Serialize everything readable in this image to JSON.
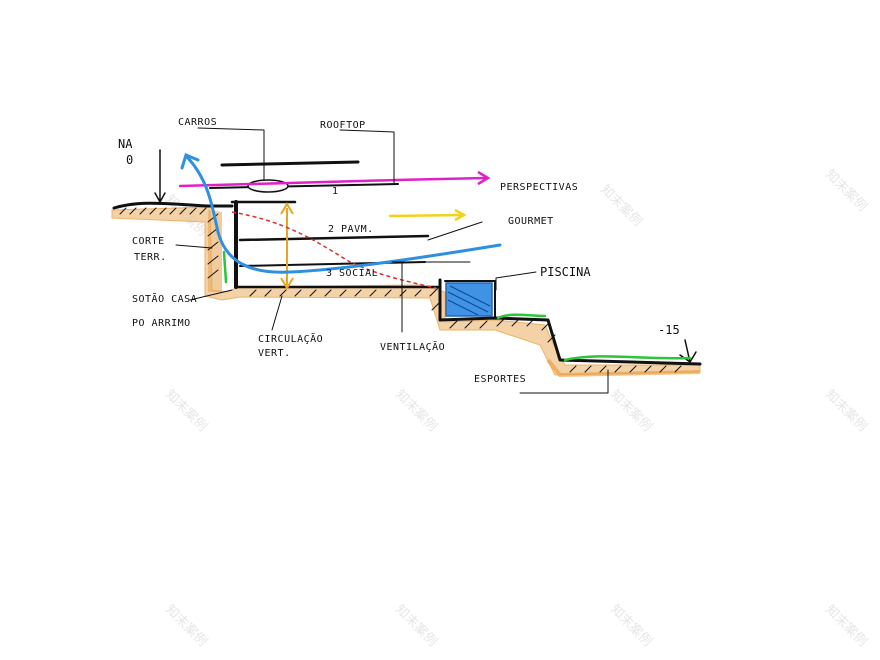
{
  "labels": {
    "carros": "CARROS",
    "rooftop": "ROOFTOP",
    "na": "NA",
    "na_level": "0",
    "perspectivas": "PERSPECTIVAS",
    "level_1": "1",
    "level_2": "2 PAVM.",
    "level_3": "3 SOCIAL",
    "gourmet": "GOURMET",
    "corte_line1": "CORTE",
    "corte_line2": "TERR.",
    "piscina": "PISCINA",
    "sotao_line1": "SOTÃO CASA",
    "sotao_line2": "PO ARRIMO",
    "circ_line1": "CIRCULAÇÃO",
    "circ_line2": "VERT.",
    "ventilacao": "VENTILAÇÃO",
    "minus_15": "-15",
    "esportes": "ESPORTES"
  },
  "watermark": "知末案例",
  "colors": {
    "ink": "#111111",
    "magenta": "#e020c8",
    "blue": "#2f8fe0",
    "yellow": "#f2d21a",
    "orange_earth": "#f0c48a",
    "dark_orange": "#e79a3a",
    "green_grass": "#2ec43a",
    "red_dashed": "#d83030",
    "pool_blue": "#1f7fe0"
  }
}
